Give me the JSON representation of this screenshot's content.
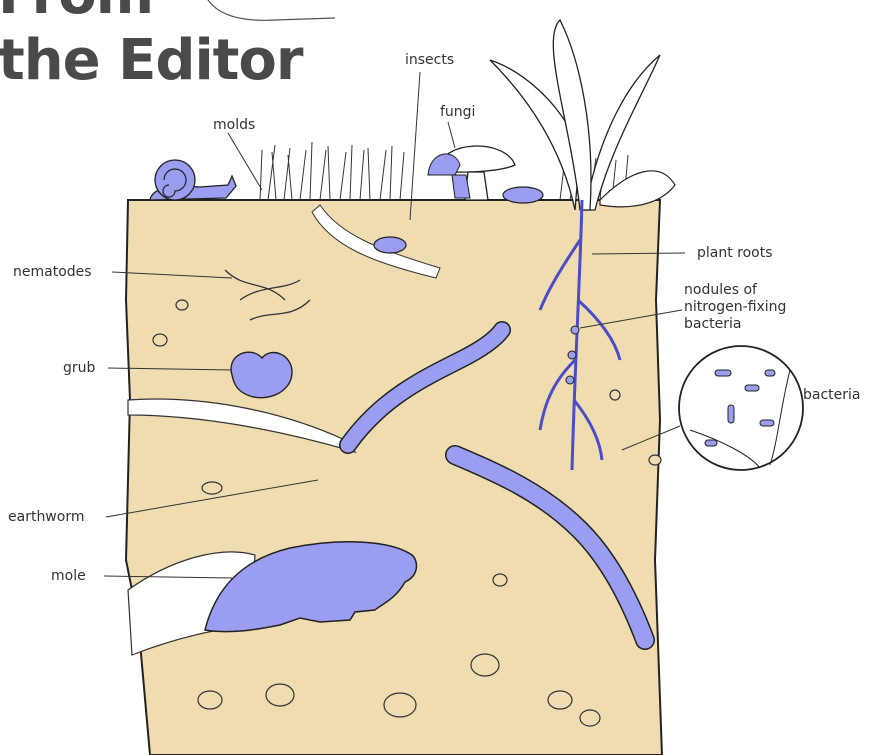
{
  "header": {
    "line1": "From",
    "line2": "the Editor"
  },
  "labels": {
    "insects": "insects",
    "fungi": "fungi",
    "molds": "molds",
    "plant_roots": "plant roots",
    "nodules": [
      "nodules of",
      "nitrogen-fixing",
      "bacteria"
    ],
    "bacteria": "bacteria",
    "nematodes": "nematodes",
    "grub": "grub",
    "earthworm": "earthworm",
    "mole": "mole"
  },
  "colors": {
    "soil": "#efdcb0",
    "creature": "#9b9df0",
    "outline": "#222222",
    "header_text": "#4a4a4a"
  }
}
